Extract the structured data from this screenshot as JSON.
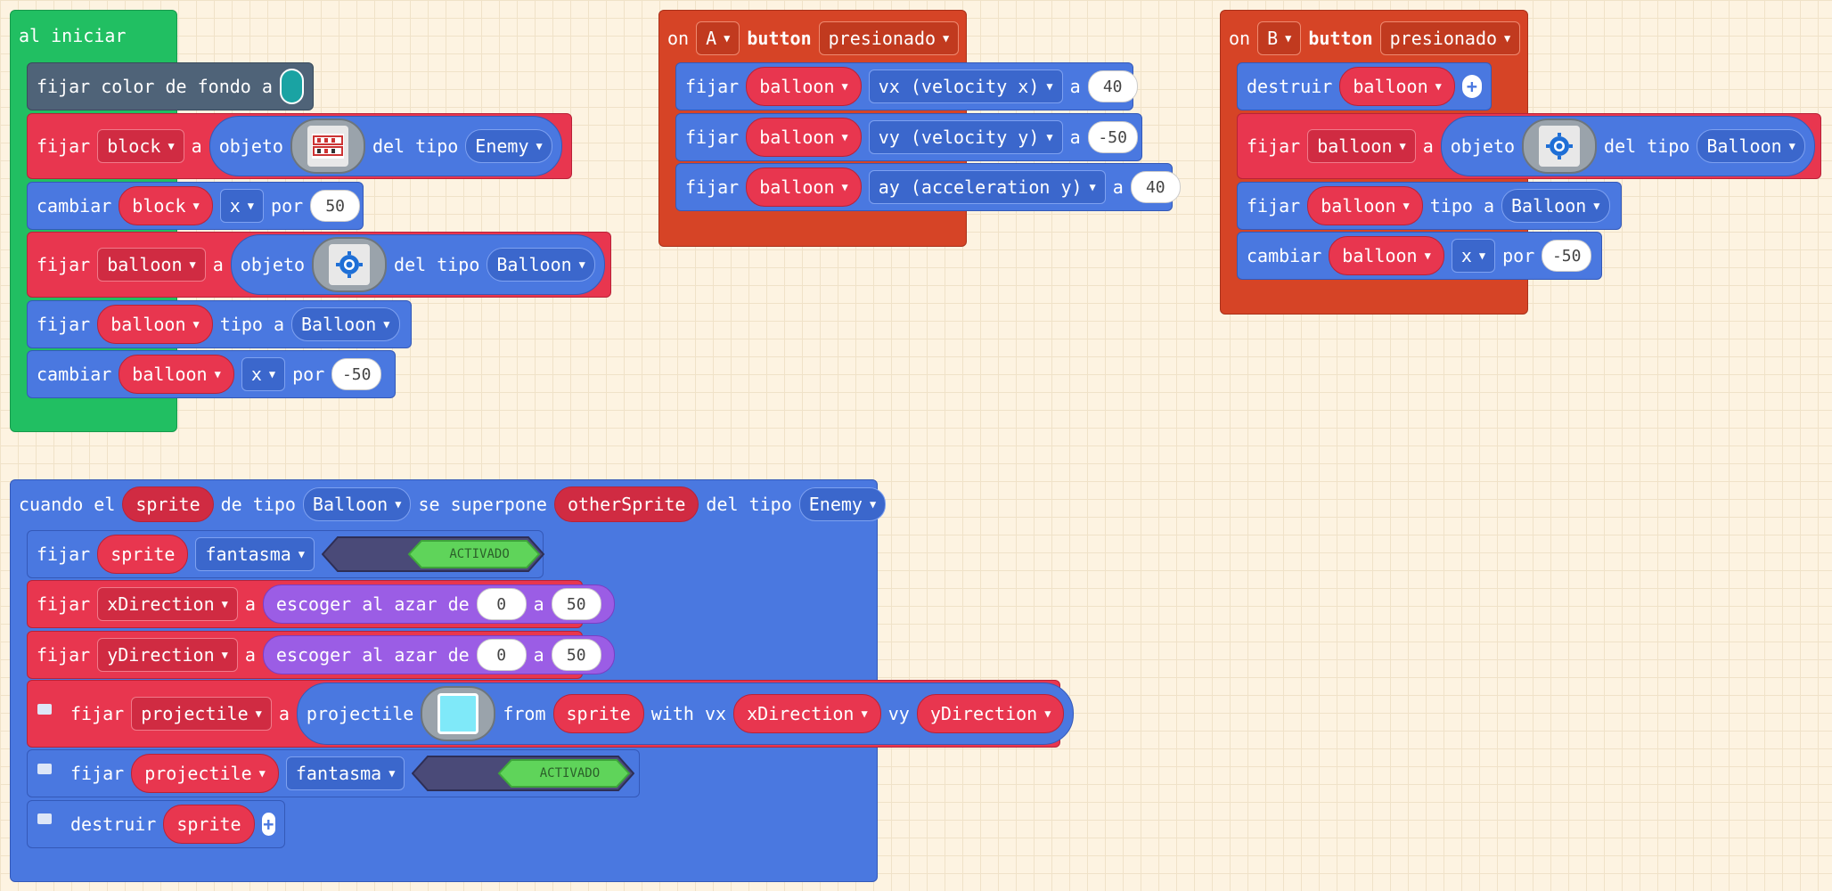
{
  "on_start": {
    "label": "al iniciar",
    "set_bg": {
      "label": "fijar color de fondo a",
      "color": "#1aa3a3"
    },
    "set_block": {
      "w1": "fijar",
      "var": "block",
      "w2": "a",
      "w3": "objeto",
      "w4": "del tipo",
      "kind": "Enemy",
      "icon": "enemy-sprite-icon"
    },
    "change_block": {
      "w1": "cambiar",
      "var": "block",
      "prop": "x",
      "w2": "por",
      "value": "50"
    },
    "set_balloon": {
      "w1": "fijar",
      "var": "balloon",
      "w2": "a",
      "w3": "objeto",
      "w4": "del tipo",
      "kind": "Balloon",
      "icon": "balloon-sprite-icon"
    },
    "set_kind": {
      "w1": "fijar",
      "var": "balloon",
      "w2": "tipo a",
      "kind": "Balloon"
    },
    "change_balloon": {
      "w1": "cambiar",
      "var": "balloon",
      "prop": "x",
      "w2": "por",
      "value": "-50"
    }
  },
  "on_a": {
    "w1": "on",
    "button": "A",
    "w2": "button",
    "event": "presionado",
    "rows": [
      {
        "w1": "fijar",
        "var": "balloon",
        "prop": "vx (velocity x)",
        "w2": "a",
        "value": "40"
      },
      {
        "w1": "fijar",
        "var": "balloon",
        "prop": "vy (velocity y)",
        "w2": "a",
        "value": "-50"
      },
      {
        "w1": "fijar",
        "var": "balloon",
        "prop": "ay (acceleration y)",
        "w2": "a",
        "value": "40"
      }
    ]
  },
  "on_b": {
    "w1": "on",
    "button": "B",
    "w2": "button",
    "event": "presionado",
    "destroy": {
      "w1": "destruir",
      "var": "balloon"
    },
    "set_balloon": {
      "w1": "fijar",
      "var": "balloon",
      "w2": "a",
      "w3": "objeto",
      "w4": "del tipo",
      "kind": "Balloon"
    },
    "set_kind": {
      "w1": "fijar",
      "var": "balloon",
      "w2": "tipo a",
      "kind": "Balloon"
    },
    "change": {
      "w1": "cambiar",
      "var": "balloon",
      "prop": "x",
      "w2": "por",
      "value": "-50"
    }
  },
  "overlap": {
    "w1": "cuando el",
    "sprite": "sprite",
    "w2": "de tipo",
    "kind1": "Balloon",
    "w3": "se superpone",
    "other": "otherSprite",
    "w4": "del tipo",
    "kind2": "Enemy",
    "ghost": {
      "w1": "fijar",
      "var": "sprite",
      "flag": "fantasma",
      "state": "ACTIVADO"
    },
    "xdir": {
      "w1": "fijar",
      "var": "xDirection",
      "w2": "a",
      "rand": "escoger al azar de",
      "from": "0",
      "w3": "a",
      "to": "50"
    },
    "ydir": {
      "w1": "fijar",
      "var": "yDirection",
      "w2": "a",
      "rand": "escoger al azar de",
      "from": "0",
      "w3": "a",
      "to": "50"
    },
    "proj": {
      "w1": "fijar",
      "var": "projectile",
      "w2": "a",
      "w3": "projectile",
      "w4": "from",
      "src": "sprite",
      "w5": "with vx",
      "vx": "xDirection",
      "w6": "vy",
      "vy": "yDirection"
    },
    "proj_ghost": {
      "w1": "fijar",
      "var": "projectile",
      "flag": "fantasma",
      "state": "ACTIVADO"
    },
    "destroy": {
      "w1": "destruir",
      "var": "sprite"
    }
  }
}
